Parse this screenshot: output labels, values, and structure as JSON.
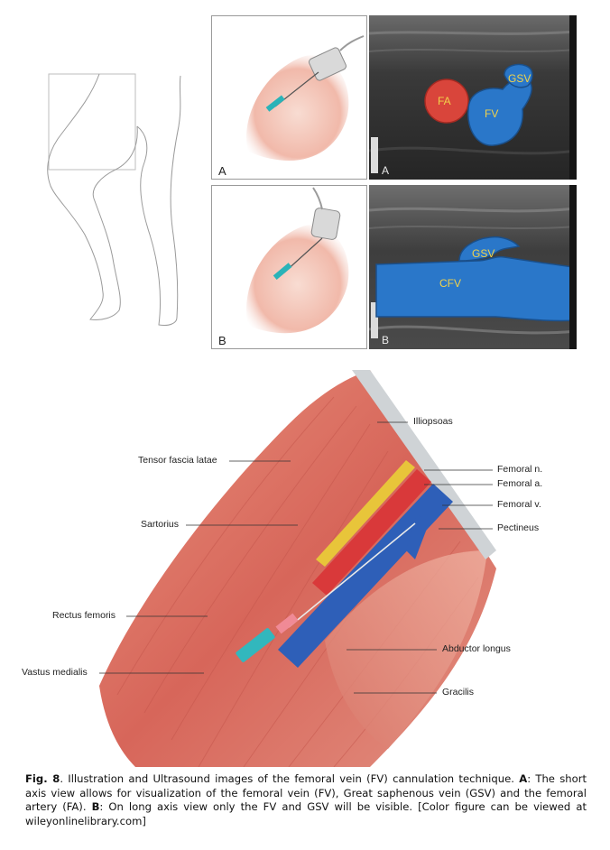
{
  "panels": {
    "top_illustration_letter": "A",
    "top_us_letter": "A",
    "bottom_illustration_letter": "B",
    "bottom_us_letter": "B"
  },
  "ultrasound_a": {
    "labels": {
      "fa": "FA",
      "fv": "FV",
      "gsv": "GSV"
    }
  },
  "ultrasound_b": {
    "labels": {
      "gsv": "GSV",
      "cfv": "CFV"
    }
  },
  "anatomy_labels": {
    "illiopsoas": "Illiopsoas",
    "tensor": "Tensor fascia latae",
    "femoral_n": "Femoral n.",
    "femoral_a": "Femoral a.",
    "femoral_v": "Femoral v.",
    "sartorius": "Sartorius",
    "pectineus": "Pectineus",
    "rectus": "Rectus femoris",
    "abductor": "Abductor longus",
    "vastus": "Vastus medialis",
    "gracilis": "Gracilis"
  },
  "caption": {
    "fig_label": "Fig. 8",
    "intro": ". Illustration and Ultrasound images of the femoral vein (FV) cannulation technique. ",
    "a_label": "A",
    "a_text": ": The short axis view allows for visualization of the femoral vein (FV), Great saphenous vein (GSV) and the femoral artery (FA). ",
    "b_label": "B",
    "b_text": ": On long axis view only the FV and GSV will be visible. [Color figure can be viewed at wileyonlinelibrary.com]"
  }
}
